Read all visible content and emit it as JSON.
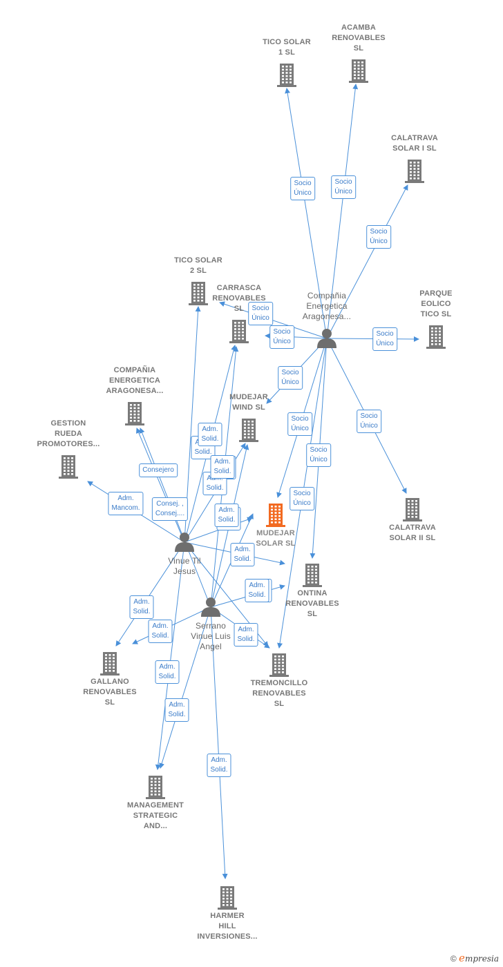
{
  "colors": {
    "edge": "#4a90d9",
    "company": "#7a7a7a",
    "focus": "#f26a21",
    "person": "#6e6e6e"
  },
  "nodes": [
    {
      "id": "tico1",
      "type": "company",
      "label": "TICO SOLAR\n1  SL"
    },
    {
      "id": "acamba",
      "type": "company",
      "label": "ACAMBA\nRENOVABLES\nSL"
    },
    {
      "id": "calatrava1",
      "type": "company",
      "label": "CALATRAVA\nSOLAR I  SL"
    },
    {
      "id": "tico2",
      "type": "company",
      "label": "TICO SOLAR\n2  SL"
    },
    {
      "id": "carrasca",
      "type": "company",
      "label": "CARRASCA\nRENOVABLES\nSL"
    },
    {
      "id": "compania_p",
      "type": "person",
      "label": "Compañia\nEnergetica\nAragonesa..."
    },
    {
      "id": "parque",
      "type": "company",
      "label": "PARQUE\nEOLICO\nTICO  SL"
    },
    {
      "id": "compania_c",
      "type": "company",
      "label": "COMPAÑIA\nENERGETICA\nARAGONESA..."
    },
    {
      "id": "mudejar_wind",
      "type": "company",
      "label": "MUDEJAR\nWIND  SL"
    },
    {
      "id": "gestion",
      "type": "company",
      "label": "GESTION\nRUEDA\nPROMOTORES..."
    },
    {
      "id": "mudejar_solar",
      "type": "focus",
      "label": "MUDEJAR\nSOLAR  SL"
    },
    {
      "id": "calatrava2",
      "type": "company",
      "label": "CALATRAVA\nSOLAR II  SL"
    },
    {
      "id": "vinue",
      "type": "person",
      "label": "Vinue Til\nJesus"
    },
    {
      "id": "ontina",
      "type": "company",
      "label": "ONTINA\nRENOVABLES\nSL"
    },
    {
      "id": "serrano",
      "type": "person",
      "label": "Serrano\nVinue Luis\nAngel"
    },
    {
      "id": "gallano",
      "type": "company",
      "label": "GALLANO\nRENOVABLES\nSL"
    },
    {
      "id": "tremoncillo",
      "type": "company",
      "label": "TREMONCILLO\nRENOVABLES\nSL"
    },
    {
      "id": "management",
      "type": "company",
      "label": "MANAGEMENT\nSTRATEGIC\nAND..."
    },
    {
      "id": "harmer",
      "type": "company",
      "label": "HARMER\nHILL\nINVERSIONES..."
    }
  ],
  "edges": [
    {
      "from": "compania_p",
      "to": "tico1",
      "label": "Socio\nÚnico"
    },
    {
      "from": "compania_p",
      "to": "acamba",
      "label": "Socio\nÚnico"
    },
    {
      "from": "compania_p",
      "to": "calatrava1",
      "label": "Socio\nÚnico"
    },
    {
      "from": "compania_p",
      "to": "carrasca",
      "label": "Socio\nÚnico"
    },
    {
      "from": "compania_p",
      "to": "carrasca",
      "label": "Socio\nÚnico"
    },
    {
      "from": "compania_p",
      "to": "parque",
      "label": "Socio\nÚnico"
    },
    {
      "from": "compania_p",
      "to": "mudejar_wind",
      "label": "Socio\nÚnico"
    },
    {
      "from": "compania_p",
      "to": "mudejar_solar",
      "label": "Socio\nÚnico"
    },
    {
      "from": "compania_p",
      "to": "ontina",
      "label": "Socio\nÚnico"
    },
    {
      "from": "compania_p",
      "to": "tremoncillo",
      "label": "Socio\nÚnico"
    },
    {
      "from": "compania_p",
      "to": "calatrava2",
      "label": "Socio\nÚnico"
    },
    {
      "from": "vinue",
      "to": "compania_c",
      "label": "Consejero"
    },
    {
      "from": "vinue",
      "to": "gestion",
      "label": "Adm.\nMancom."
    },
    {
      "from": "vinue",
      "to": "tico2",
      "label": "Adm.\nSolid."
    },
    {
      "from": "vinue",
      "to": "carrasca",
      "label": "Adm.\nSolid."
    },
    {
      "from": "vinue",
      "to": "mudejar_wind",
      "label": "Adm.\nSolid."
    },
    {
      "from": "vinue",
      "to": "mudejar_solar",
      "label": "Adm.\nSolid."
    },
    {
      "from": "vinue",
      "to": "ontina",
      "label": "Adm.\nSolid."
    },
    {
      "from": "vinue",
      "to": "tremoncillo",
      "label": "Adm.\nSolid."
    },
    {
      "from": "vinue",
      "to": "gallano",
      "label": "Adm.\nSolid."
    },
    {
      "from": "vinue",
      "to": "management",
      "label": "Adm.\nSolid."
    },
    {
      "from": "serrano",
      "to": "compania_c",
      "label": "Consej. ,\nConsej...."
    },
    {
      "from": "serrano",
      "to": "carrasca",
      "label": "Adm.\nSolid."
    },
    {
      "from": "serrano",
      "to": "mudejar_wind",
      "label": "Adm.\nSolid."
    },
    {
      "from": "serrano",
      "to": "mudejar_solar",
      "label": "Adm.\nSolid."
    },
    {
      "from": "serrano",
      "to": "ontina",
      "label": "Adm.\nSolid."
    },
    {
      "from": "serrano",
      "to": "tremoncillo",
      "label": "Adm.\nSolid."
    },
    {
      "from": "serrano",
      "to": "gallano",
      "label": "Adm.\nSolid."
    },
    {
      "from": "serrano",
      "to": "management",
      "label": "Adm.\nSolid."
    },
    {
      "from": "serrano",
      "to": "harmer",
      "label": "Adm.\nSolid."
    }
  ],
  "footer": {
    "copyright": "©",
    "brand_initial": "e",
    "brand_rest": "mpresia"
  }
}
